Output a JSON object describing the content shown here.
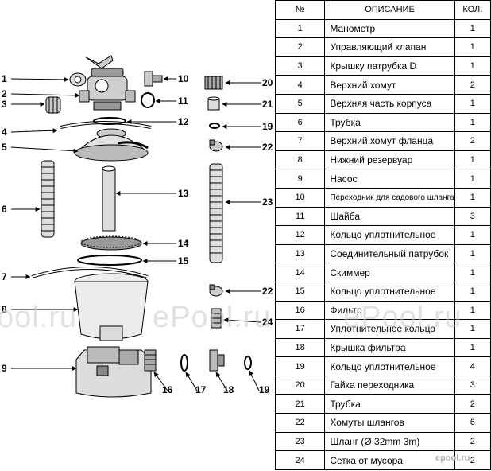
{
  "table": {
    "headers": [
      "№",
      "ОПИСАНИЕ",
      "КОЛ."
    ],
    "rows": [
      {
        "num": "1",
        "desc": "Манометр",
        "qty": "1"
      },
      {
        "num": "2",
        "desc": "Управляющий клапан",
        "qty": "1"
      },
      {
        "num": "3",
        "desc": "Крышку патрубка D",
        "qty": "1"
      },
      {
        "num": "4",
        "desc": "Верхний хомут",
        "qty": "2"
      },
      {
        "num": "5",
        "desc": "Верхняя часть корпуса",
        "qty": "1"
      },
      {
        "num": "6",
        "desc": "Трубка",
        "qty": "1"
      },
      {
        "num": "7",
        "desc": "Верхний хомут фланца",
        "qty": "2"
      },
      {
        "num": "8",
        "desc": "Нижний резервуар",
        "qty": "1"
      },
      {
        "num": "9",
        "desc": "Насос",
        "qty": "1"
      },
      {
        "num": "10",
        "desc": "Переходник для садового шланга",
        "qty": "1"
      },
      {
        "num": "11",
        "desc": "Шайба",
        "qty": "3"
      },
      {
        "num": "12",
        "desc": "Кольцо уплотнительное",
        "qty": "1"
      },
      {
        "num": "13",
        "desc": "Соединительный патрубок",
        "qty": "1"
      },
      {
        "num": "14",
        "desc": "Скиммер",
        "qty": "1"
      },
      {
        "num": "15",
        "desc": "Кольцо уплотнительное",
        "qty": "1"
      },
      {
        "num": "16",
        "desc": "Фильтр",
        "qty": "1"
      },
      {
        "num": "17",
        "desc": "Уплотнительное кольцо",
        "qty": "1"
      },
      {
        "num": "18",
        "desc": "Крышка фильтра",
        "qty": "1"
      },
      {
        "num": "19",
        "desc": "Кольцо уплотнительное",
        "qty": "4"
      },
      {
        "num": "20",
        "desc": "Гайка переходника",
        "qty": "3"
      },
      {
        "num": "21",
        "desc": "Трубка",
        "qty": "2"
      },
      {
        "num": "22",
        "desc": "Хомуты шлангов",
        "qty": "6"
      },
      {
        "num": "23",
        "desc": "Шланг (Ø 32mm  3m)",
        "qty": "2"
      },
      {
        "num": "24",
        "desc": "Сетка от мусора",
        "qty": "2"
      }
    ]
  },
  "diagram": {
    "callouts": [
      "1",
      "2",
      "3",
      "4",
      "5",
      "6",
      "7",
      "8",
      "9",
      "10",
      "11",
      "12",
      "13",
      "14",
      "15",
      "16",
      "17",
      "18",
      "19",
      "20",
      "21",
      "22",
      "22",
      "23",
      "24",
      "19"
    ]
  },
  "watermarks": [
    "ool.ru",
    "ePool.ru",
    "ePool.ru"
  ],
  "logo": "epool.ru",
  "colors": {
    "line": "#000000",
    "part_fill": "#e9e9e9",
    "watermark": "#c9c9c9"
  }
}
